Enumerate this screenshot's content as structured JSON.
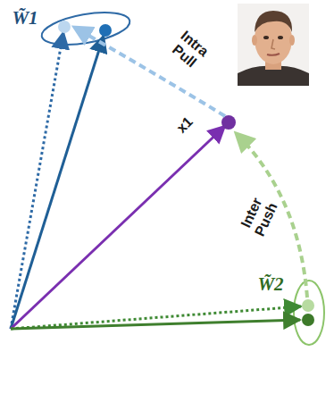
{
  "diagram": {
    "labels": [
      "W̃1",
      "x1",
      "Intra Pull",
      "Inter Push",
      "W̃2"
    ]
  }
}
